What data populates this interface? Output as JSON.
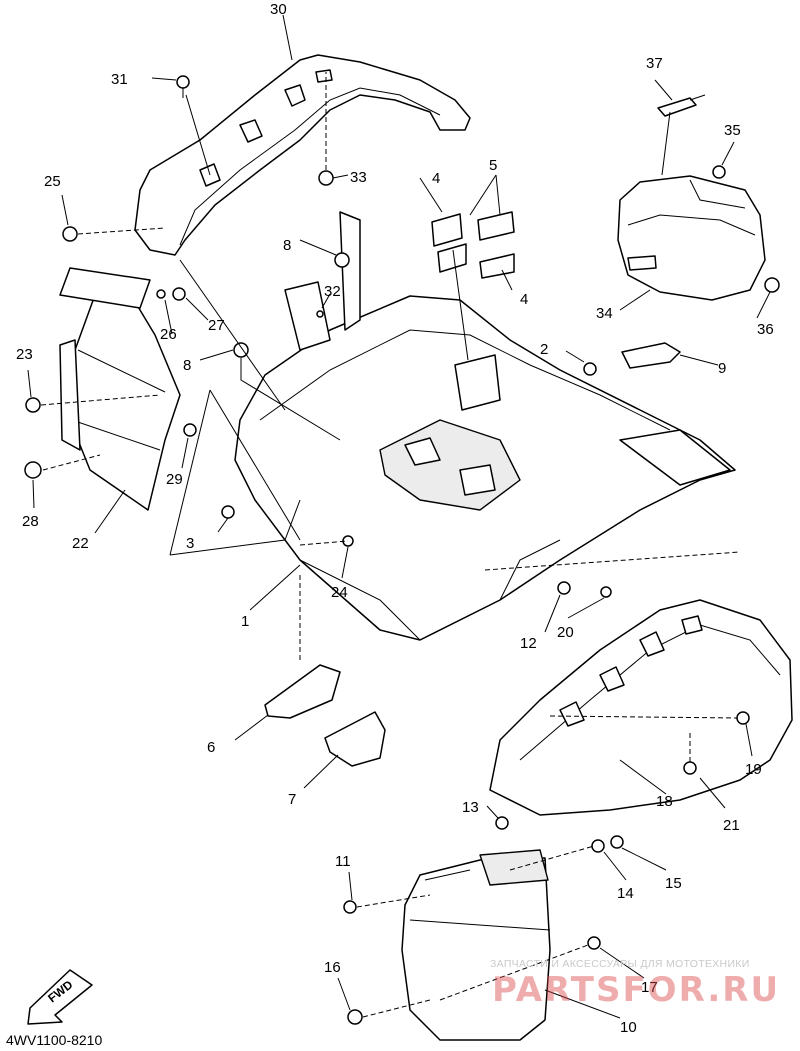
{
  "diagram": {
    "reference_code": "4WV1100-8210",
    "direction_label": "FWD",
    "callouts": [
      "1",
      "2",
      "3",
      "4",
      "4",
      "5",
      "6",
      "7",
      "8",
      "8",
      "9",
      "10",
      "11",
      "12",
      "13",
      "14",
      "15",
      "16",
      "17",
      "18",
      "19",
      "20",
      "21",
      "22",
      "23",
      "24",
      "25",
      "26",
      "27",
      "28",
      "29",
      "30",
      "31",
      "32",
      "33",
      "34",
      "35",
      "36",
      "37"
    ]
  },
  "watermark": {
    "caption": "ЗАПЧАСТИ И АКСЕССУАРЫ ДЛЯ МОТОТЕХНИКИ",
    "logo_text": "PARTSFOR.RU"
  },
  "colors": {
    "line": "#000000",
    "background": "#ffffff",
    "watermark": "#dc4646"
  }
}
